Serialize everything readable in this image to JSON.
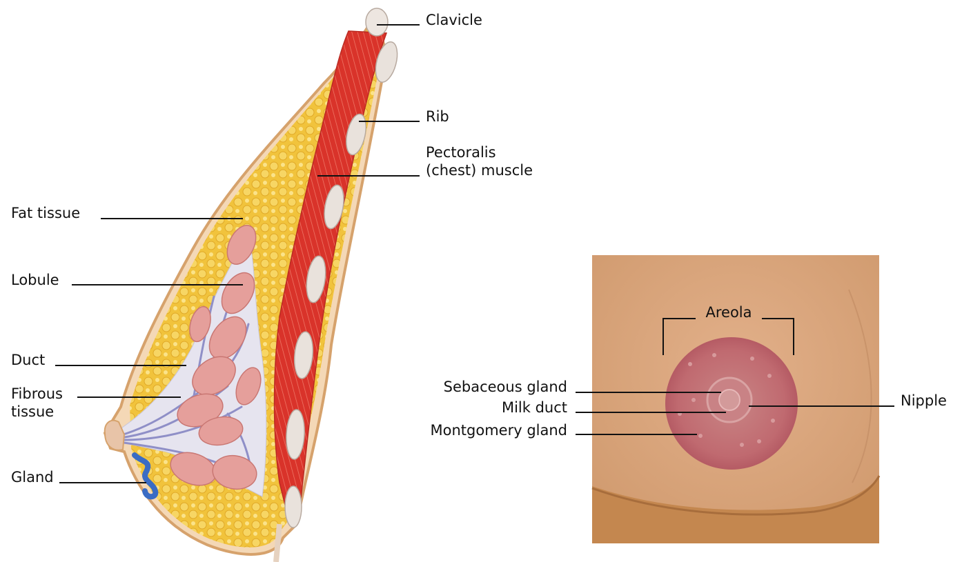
{
  "breast_cross_section": {
    "labels": {
      "clavicle": "Clavicle",
      "rib": "Rib",
      "pectoralis_line1": "Pectoralis",
      "pectoralis_line2": "(chest) muscle",
      "fat_tissue": "Fat tissue",
      "lobule": "Lobule",
      "duct": "Duct",
      "fibrous_line1": "Fibrous",
      "fibrous_line2": "tissue",
      "gland": "Gland"
    }
  },
  "nipple_inset": {
    "labels": {
      "areola": "Areola",
      "sebaceous_gland": "Sebaceous gland",
      "milk_duct": "Milk duct",
      "montgomery_gland": "Montgomery gland",
      "nipple": "Nipple"
    }
  },
  "colors": {
    "fat": "#f1c33c",
    "fat_lobe": "#f7d664",
    "muscle": "#d9332a",
    "muscle_stripe": "#f07a6a",
    "lobule": "#e59f9b",
    "duct": "#8f8fc7",
    "fibrous": "#e6e4ef",
    "skin_outline": "#d6a26c",
    "rib": "#e9e2dc",
    "gland": "#3a6cc4",
    "inset_bg": "#d9a37a",
    "inset_shadow": "#b57a4a",
    "areola": "#c47073",
    "leader_line": "#111111"
  }
}
